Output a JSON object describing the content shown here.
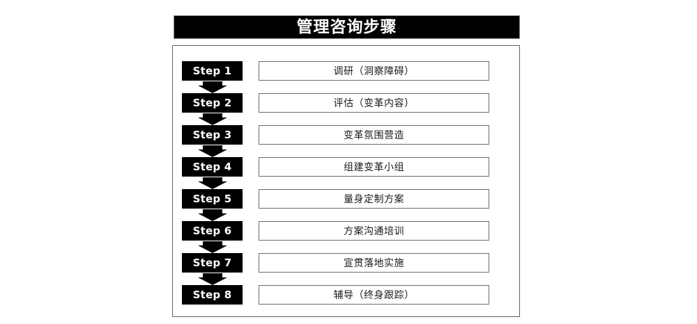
{
  "page": {
    "background_color": "#ffffff",
    "title": "管理咨询步骤"
  },
  "header": {
    "title": "管理咨询步骤",
    "background_color": "#000000",
    "text_color": "#ffffff"
  },
  "flow": {
    "arrow_icon": "arrow-down-icon",
    "arrow_color": "#000000",
    "badge_background": "#000000",
    "badge_text_color": "#ffffff",
    "box_border_color": "#6b6b6b",
    "steps": [
      {
        "badge": "Step 1",
        "desc": "调研（洞察障碍）"
      },
      {
        "badge": "Step 2",
        "desc": "评估（变革内容）"
      },
      {
        "badge": "Step 3",
        "desc": "变革氛围营造"
      },
      {
        "badge": "Step 4",
        "desc": "组建变革小组"
      },
      {
        "badge": "Step 5",
        "desc": "量身定制方案"
      },
      {
        "badge": "Step 6",
        "desc": "方案沟通培训"
      },
      {
        "badge": "Step 7",
        "desc": "宣贯落地实施"
      },
      {
        "badge": "Step 8",
        "desc": "辅导（终身跟踪）"
      }
    ]
  }
}
